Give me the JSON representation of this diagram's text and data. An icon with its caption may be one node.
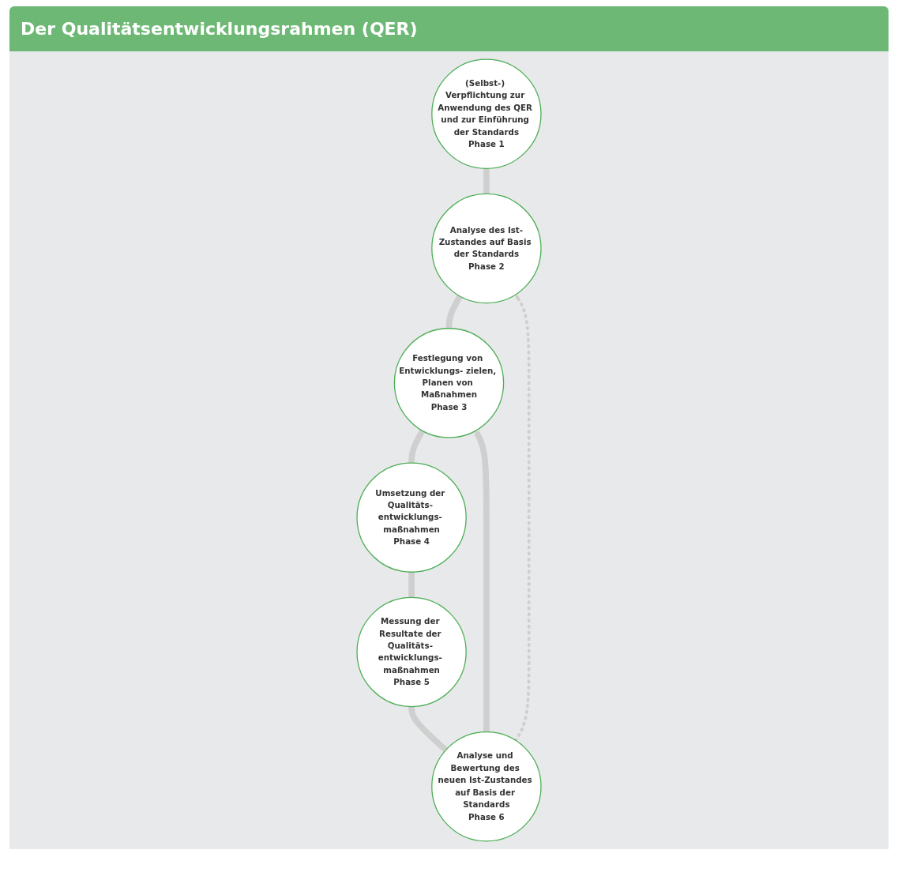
{
  "diagram": {
    "title": "Der Qualitätsentwicklungsrahmen (QER)",
    "nodes": [
      {
        "text": [
          "(Selbst-) Verpflichtung zur Anwendung des QER und zur Einführung der Standards",
          "Phase 1"
        ]
      },
      {
        "text": [
          "Analyse des Ist-Zustandes auf Basis der Standards",
          "Phase 2"
        ]
      },
      {
        "text": [
          "Festlegung von Entwicklungs- zielen, Planen von Maßnahmen",
          "Phase 3"
        ]
      },
      {
        "text": [
          "Umsetzung der Qualitäts- entwicklungs- maßnahmen",
          "Phase 4"
        ]
      },
      {
        "text": [
          "Messung der Resultate der Qualitäts- entwicklungs- maßnahmen",
          "Phase 5"
        ]
      },
      {
        "text": [
          "Analyse und Bewertung des neuen Ist-Zustandes auf Basis der Standards",
          "Phase 6"
        ]
      }
    ],
    "edges": [
      {
        "from": 0,
        "to": 1,
        "arrow": "none"
      },
      {
        "from": 1,
        "to": 2,
        "arrow": "none"
      },
      {
        "from": 2,
        "to": 3,
        "arrow": "none"
      },
      {
        "from": 3,
        "to": 4,
        "arrow": "none"
      },
      {
        "from": 4,
        "to": 5,
        "arrow": "none"
      },
      {
        "from": 5,
        "to": 2,
        "arrow": "to"
      },
      {
        "from": 5,
        "to": 1,
        "arrow": "to",
        "style": "dashed"
      }
    ]
  }
}
